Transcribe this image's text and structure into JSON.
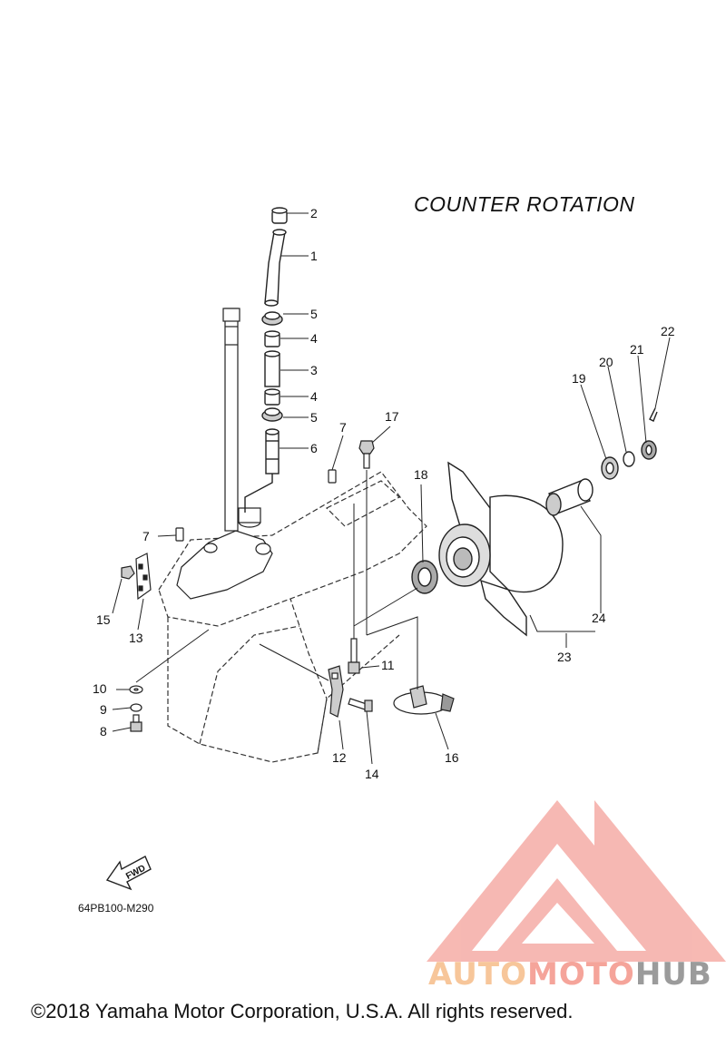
{
  "diagram": {
    "title": "COUNTER  ROTATION",
    "reference_code": "64PB100-M290",
    "copyright": "©2018 Yamaha Motor Corporation, U.S.A. All rights reserved.",
    "fwd_label": "FWD",
    "callouts": [
      "1",
      "2",
      "3",
      "4",
      "4",
      "5",
      "5",
      "6",
      "7",
      "7",
      "8",
      "9",
      "10",
      "11",
      "12",
      "13",
      "14",
      "15",
      "16",
      "17",
      "18",
      "19",
      "20",
      "21",
      "22",
      "23",
      "24"
    ]
  },
  "watermark": {
    "part1": "AUTO",
    "part2": "MOTO",
    "part3": "HUB",
    "colors": {
      "auto": "#f7c69a",
      "moto": "#f5a49a",
      "hub": "#9b9b9b",
      "logo": "#f4a19a"
    }
  }
}
